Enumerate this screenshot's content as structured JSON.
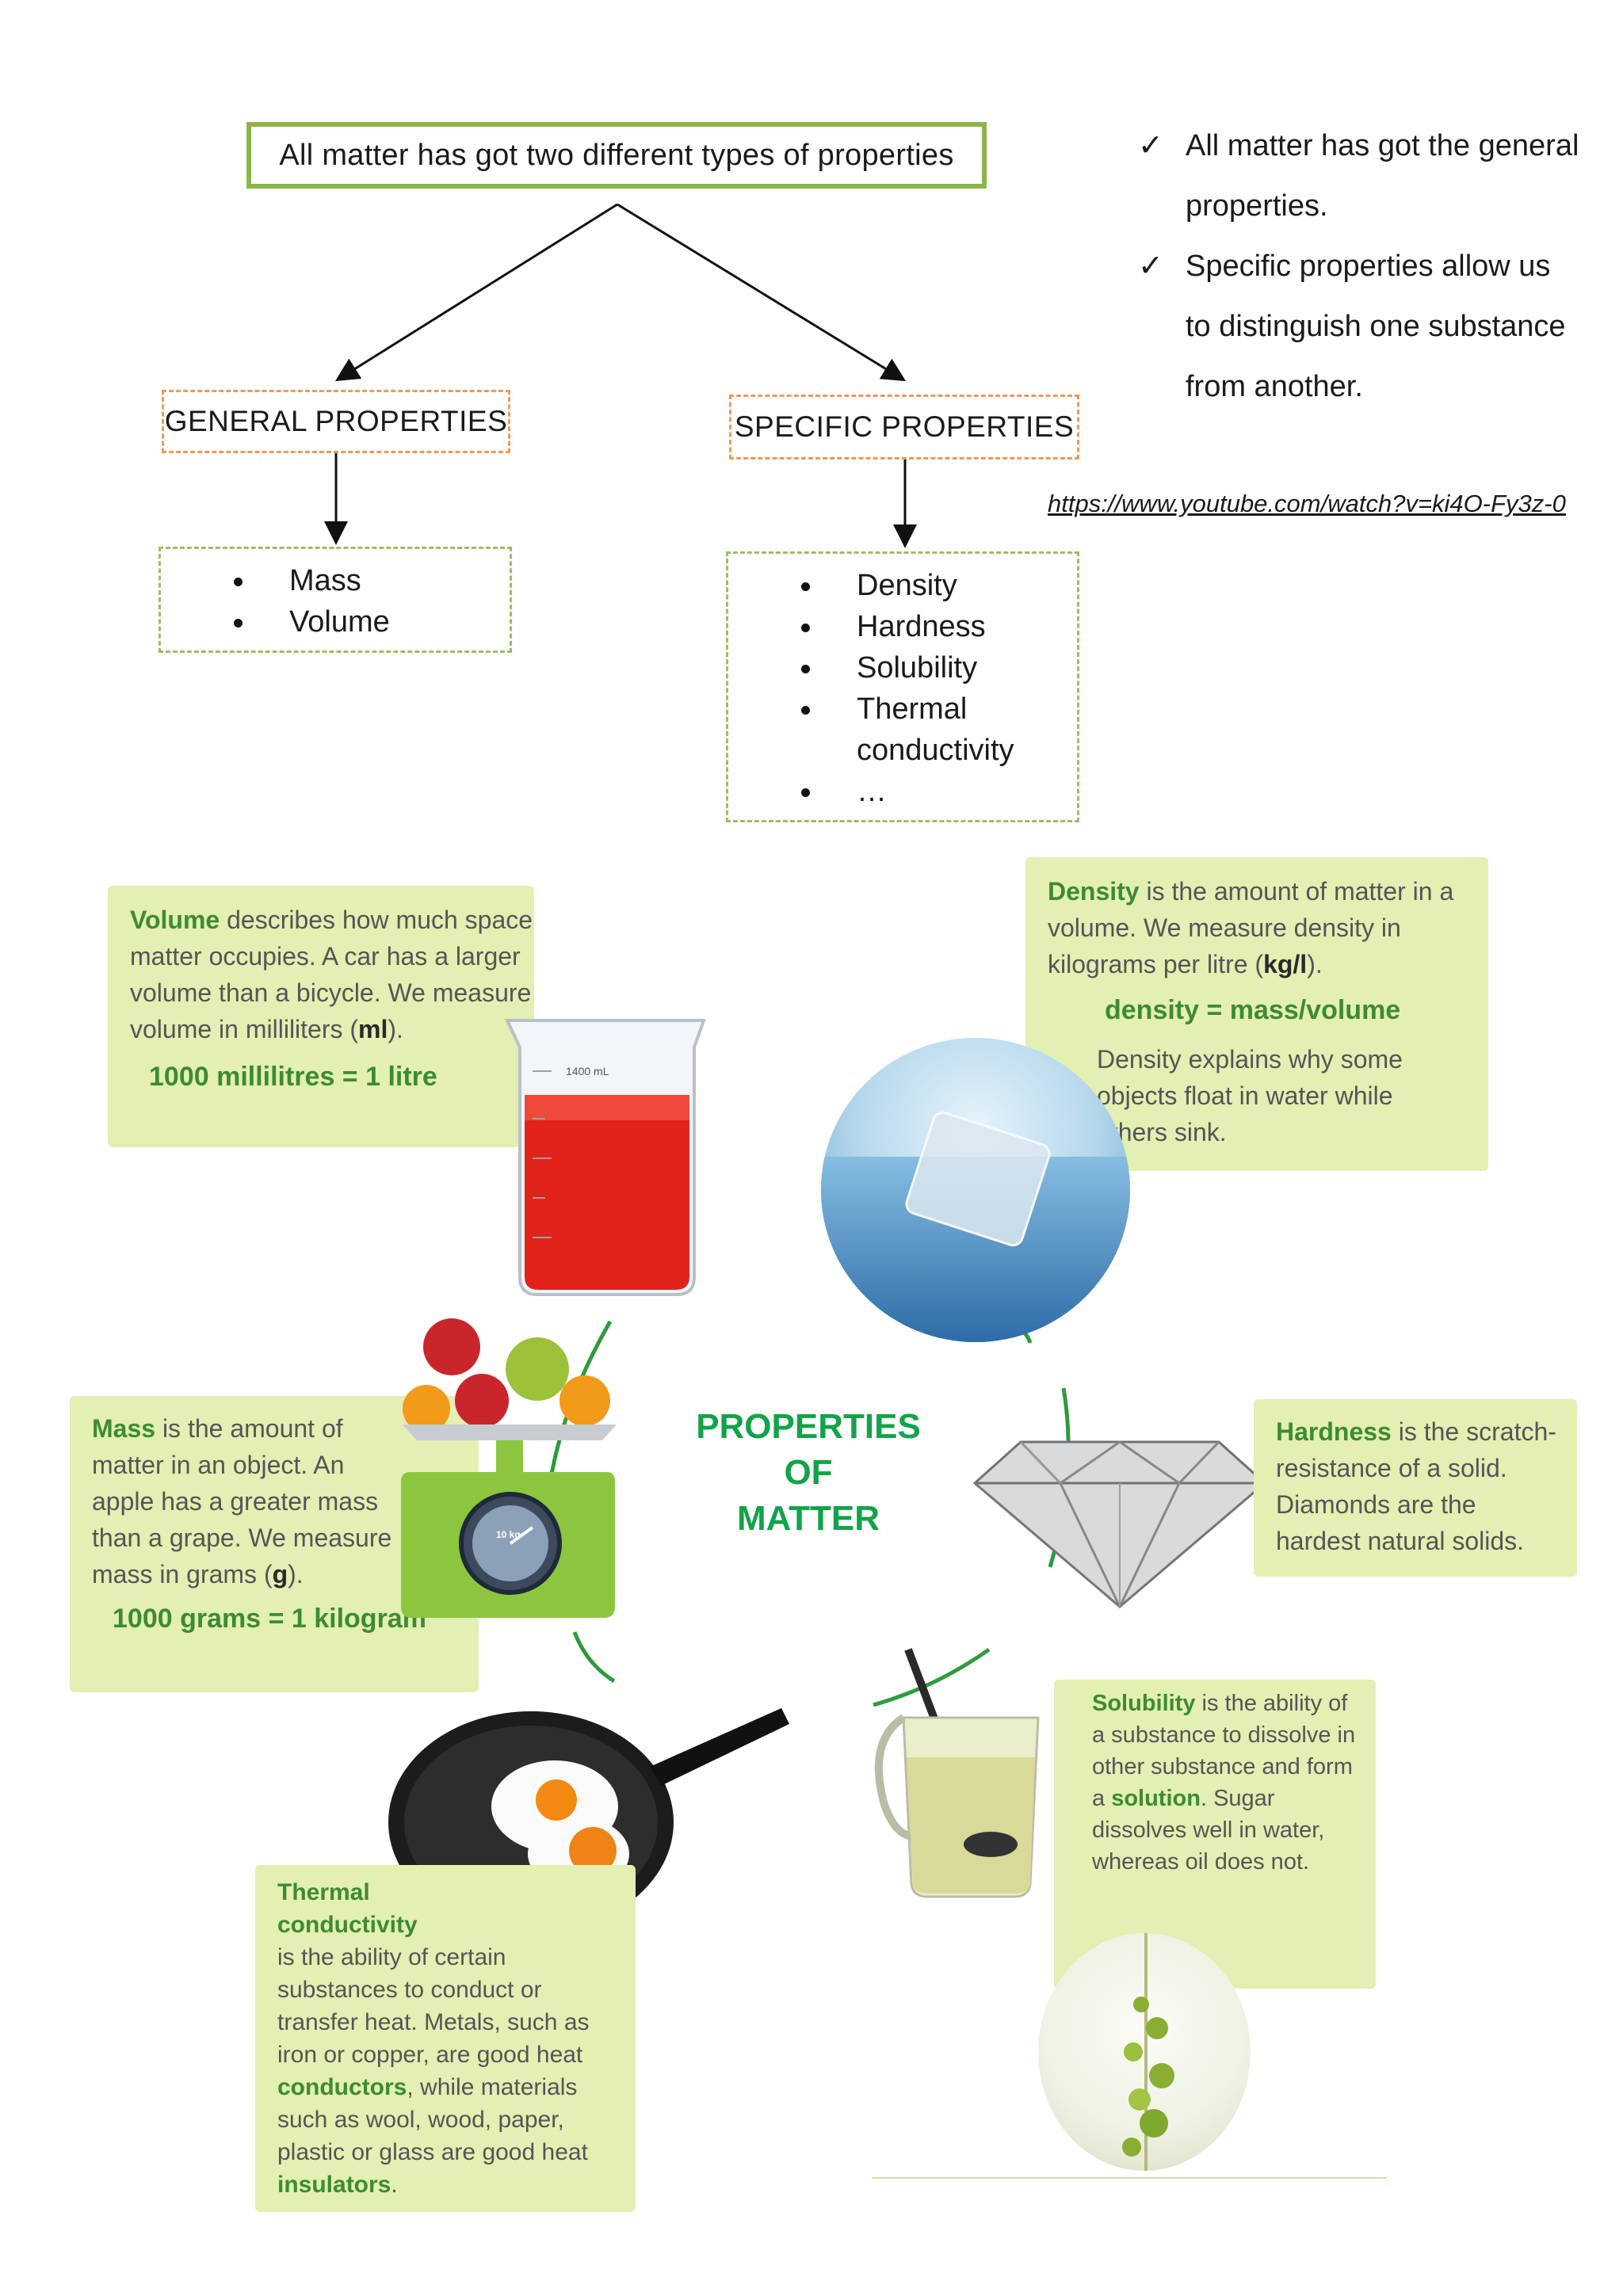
{
  "concept_map": {
    "title": "All matter has got two different types of properties",
    "general": {
      "label": "GENERAL PROPERTIES",
      "items": [
        "Mass",
        "Volume"
      ]
    },
    "specific": {
      "label": "SPECIFIC PROPERTIES",
      "items": [
        "Density",
        "Hardness",
        "Solubility",
        "Thermal conductivity",
        "…"
      ]
    }
  },
  "notes": {
    "note1": "All matter has got the general properties.",
    "note2": "Specific properties allow us to distinguish one substance from another.",
    "link": "https://www.youtube.com/watch?v=ki4O-Fy3z-0"
  },
  "center": {
    "line1": "PROPERTIES",
    "line2": "OF",
    "line3": "MATTER"
  },
  "volume": {
    "term": "Volume",
    "text": " describes how much space matter occupies. A car has a larger volume than a bicycle. We measure volume in milliliters (",
    "unit": "ml",
    "text_end": ").",
    "formula": "1000 millilitres = 1 litre",
    "beaker_label": "1400 mL"
  },
  "density": {
    "term": "Density",
    "text": " is the amount of matter in a volume. We measure density in kilograms per litre (",
    "unit": "kg/l",
    "text_end": ").",
    "formula": "density = mass/volume",
    "extra": "Density explains why some objects float in water while others sink."
  },
  "mass": {
    "term": "Mass",
    "text": " is the amount of matter in an object. An apple has a greater mass than a grape. We measure mass in grams (",
    "unit": "g",
    "text_end": ").",
    "formula": "1000 grams = 1 kilogram",
    "scale_label": "10 kg"
  },
  "hardness": {
    "term": "Hardness",
    "text": " is the scratch-resistance of a solid. Diamonds are the hardest natural solids."
  },
  "solubility": {
    "term": "Solubility",
    "text1": " is the ability of a substance to dissolve in other substance and form a ",
    "term2": "solution",
    "text2": ". Sugar dissolves well in water, whereas oil does not."
  },
  "thermal": {
    "term": "Thermal conductivity",
    "text1": " is the ability of certain substances to conduct or transfer heat. Metals, such as iron or copper, are good heat ",
    "term2": "conductors",
    "text2": ", while materials such as wool, wood, paper, plastic or glass are good heat ",
    "term3": "insulators",
    "text3": "."
  },
  "colors": {
    "green_border": "#8db54a",
    "orange_dash": "#ec9a5b",
    "panel_bg": "#e3efb3",
    "term_green": "#3d8b34",
    "title_green": "#12a34a"
  }
}
